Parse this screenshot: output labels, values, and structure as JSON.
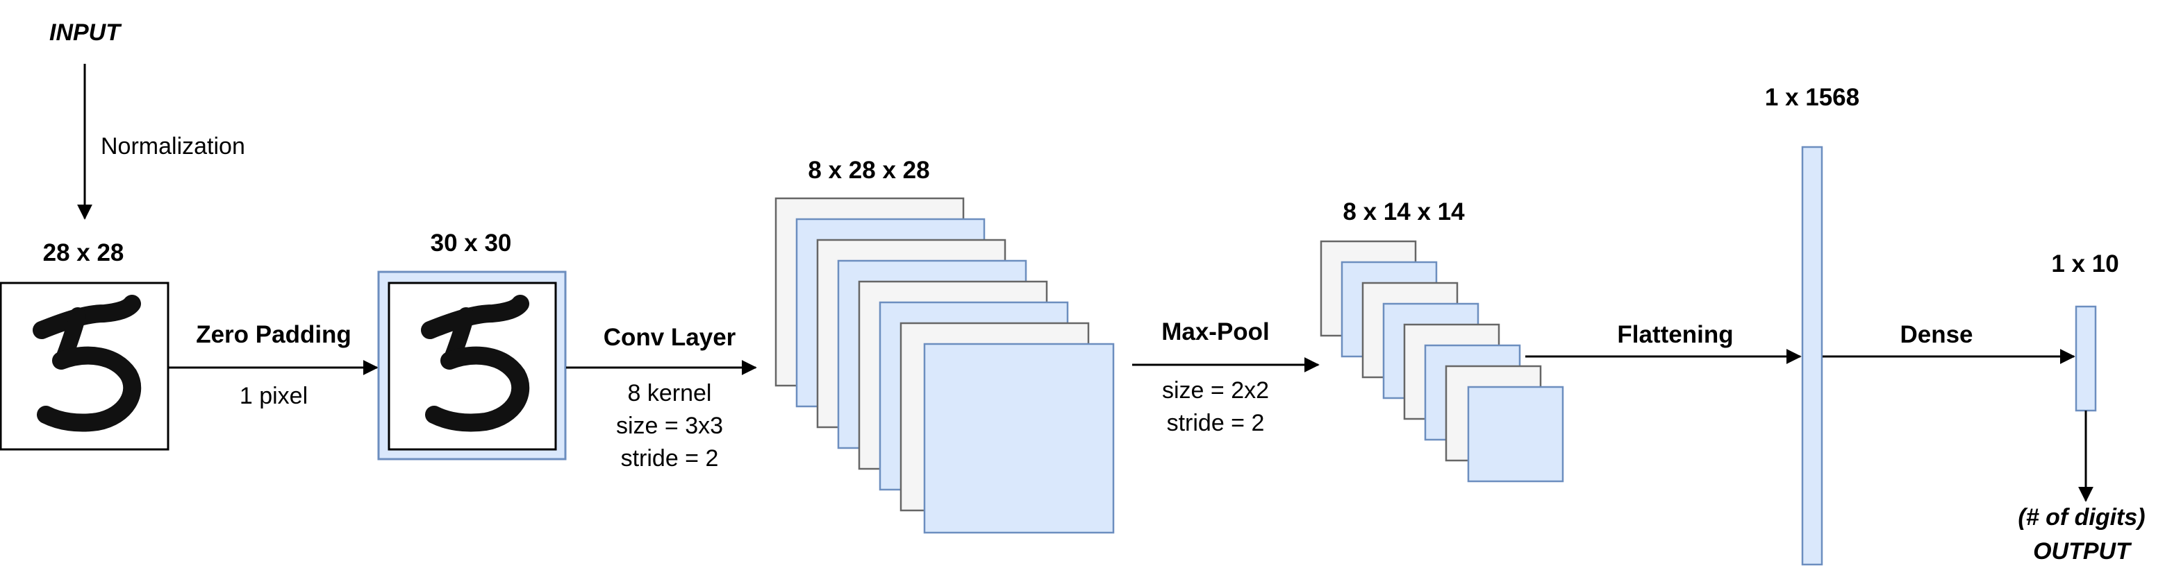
{
  "input_label": "INPUT",
  "normalization_label": "Normalization",
  "input_size": "28 x 28",
  "zero_padding": {
    "title": "Zero Padding",
    "detail": "1 pixel"
  },
  "padded_size": "30 x 30",
  "conv": {
    "title": "Conv Layer",
    "line1": "8 kernel",
    "line2": "size = 3x3",
    "line3": "stride = 2"
  },
  "conv_size": "8 x 28 x 28",
  "maxpool": {
    "title": "Max-Pool",
    "line1": "size = 2x2",
    "line2": "stride = 2"
  },
  "pool_size": "8 x 14 x 14",
  "flatten_label": "Flattening",
  "flat_size": "1 x 1568",
  "dense_label": "Dense",
  "out_size": "1 x 10",
  "output_line1": "(# of digits)",
  "output_line2": "OUTPUT",
  "colors": {
    "blue_fill": "#dae8fc",
    "gray_fill": "#f5f5f5",
    "blue_stroke": "#6c8ebf",
    "gray_stroke": "#666666",
    "black": "#000000"
  }
}
